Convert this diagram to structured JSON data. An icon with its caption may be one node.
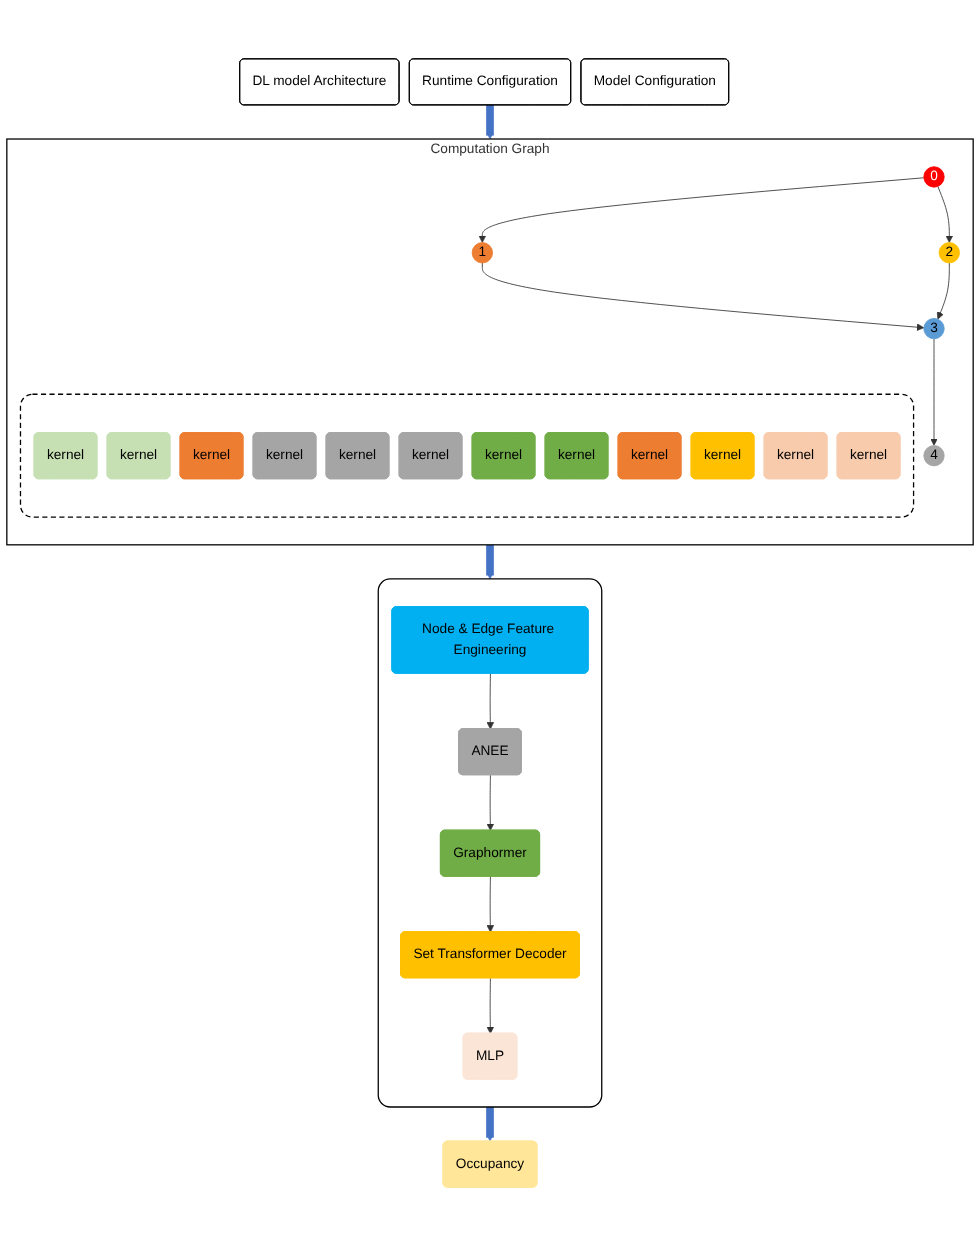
{
  "diagram": {
    "nodes": [
      {
        "text": [
          "DL model Architecture"
        ]
      },
      {
        "text": [
          "Runtime Configuration"
        ]
      },
      {
        "text": [
          "Model Configuration"
        ]
      },
      {
        "text": [
          "Computation Graph"
        ]
      },
      {
        "text": [
          "0"
        ],
        "in": 3
      },
      {
        "text": [
          "1"
        ],
        "in": 3
      },
      {
        "text": [
          "2"
        ],
        "in": 3
      },
      {
        "text": [
          "3"
        ],
        "in": 3
      },
      {
        "text": [
          "4"
        ],
        "in": 3
      },
      {
        "text": [],
        "shape": "box",
        "in": 3
      },
      {
        "text": [
          "kernel"
        ],
        "in": 9
      },
      {
        "text": [
          "kernel"
        ],
        "in": 9
      },
      {
        "text": [
          "kernel"
        ],
        "in": 9
      },
      {
        "text": [
          "kernel"
        ],
        "in": 9
      },
      {
        "text": [
          "kernel"
        ],
        "in": 9
      },
      {
        "text": [
          "kernel"
        ],
        "in": 9
      },
      {
        "text": [
          "kernel"
        ],
        "in": 9
      },
      {
        "text": [
          "kernel"
        ],
        "in": 9
      },
      {
        "text": [
          "kernel"
        ],
        "in": 9
      },
      {
        "text": [
          "kernel"
        ],
        "in": 9
      },
      {
        "text": [
          "kernel"
        ],
        "in": 9
      },
      {
        "text": [
          "kernel"
        ],
        "in": 9
      },
      {
        "text": [],
        "shape": "box"
      },
      {
        "text": [
          "Node & Edge Feature Engineering"
        ],
        "in": 22
      },
      {
        "text": [
          "ANEE"
        ],
        "in": 22
      },
      {
        "text": [
          "Graphormer"
        ],
        "in": 22
      },
      {
        "text": [
          "Set Transformer Decoder"
        ],
        "in": 22
      },
      {
        "text": [
          "MLP"
        ],
        "in": 22
      },
      {
        "text": [
          "Occupancy"
        ]
      }
    ],
    "edges": [
      {
        "from": 1,
        "to": 3,
        "arrow": "to",
        "style": "thick",
        "color": "#4472c4"
      },
      {
        "from": 4,
        "to": 5,
        "arrow": "to"
      },
      {
        "from": 4,
        "to": 6,
        "arrow": "to"
      },
      {
        "from": 5,
        "to": 7,
        "arrow": "to"
      },
      {
        "from": 6,
        "to": 7,
        "arrow": "to"
      },
      {
        "from": 7,
        "to": 8,
        "arrow": "to"
      },
      {
        "from": 3,
        "to": 22,
        "arrow": "to",
        "style": "thick",
        "color": "#4472c4"
      },
      {
        "from": 23,
        "to": 24,
        "arrow": "to"
      },
      {
        "from": 24,
        "to": 25,
        "arrow": "to"
      },
      {
        "from": 25,
        "to": 26,
        "arrow": "to"
      },
      {
        "from": 26,
        "to": 27,
        "arrow": "to"
      },
      {
        "from": 22,
        "to": 28,
        "arrow": "to",
        "style": "thick",
        "color": "#4472c4"
      }
    ]
  }
}
